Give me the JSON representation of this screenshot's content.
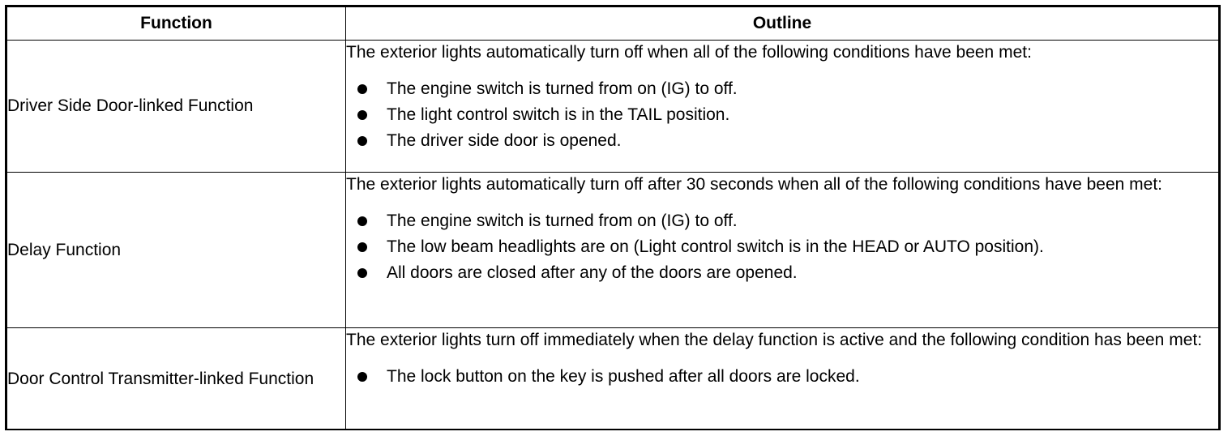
{
  "table": {
    "headers": {
      "function": "Function",
      "outline": "Outline"
    },
    "rows": [
      {
        "function": "Driver Side Door-linked Function",
        "intro": "The exterior lights automatically turn off when all of the following conditions have been met:",
        "conditions": [
          "The engine switch is turned from on (IG) to off.",
          "The light control switch is in the TAIL position.",
          "The driver side door is opened."
        ]
      },
      {
        "function": "Delay Function",
        "intro": "The exterior lights automatically turn off after 30 seconds when all of the following conditions have been met:",
        "conditions": [
          "The engine switch is turned from on (IG) to off.",
          "The low beam headlights are on (Light control switch is in the HEAD or AUTO position).",
          "All doors are closed after any of the doors are opened."
        ]
      },
      {
        "function": "Door Control Transmitter-linked Function",
        "intro": "The exterior lights turn off immediately when the delay function is active and the following condition has been met:",
        "conditions": [
          "The lock button on the key is pushed after all doors are locked."
        ]
      }
    ]
  }
}
